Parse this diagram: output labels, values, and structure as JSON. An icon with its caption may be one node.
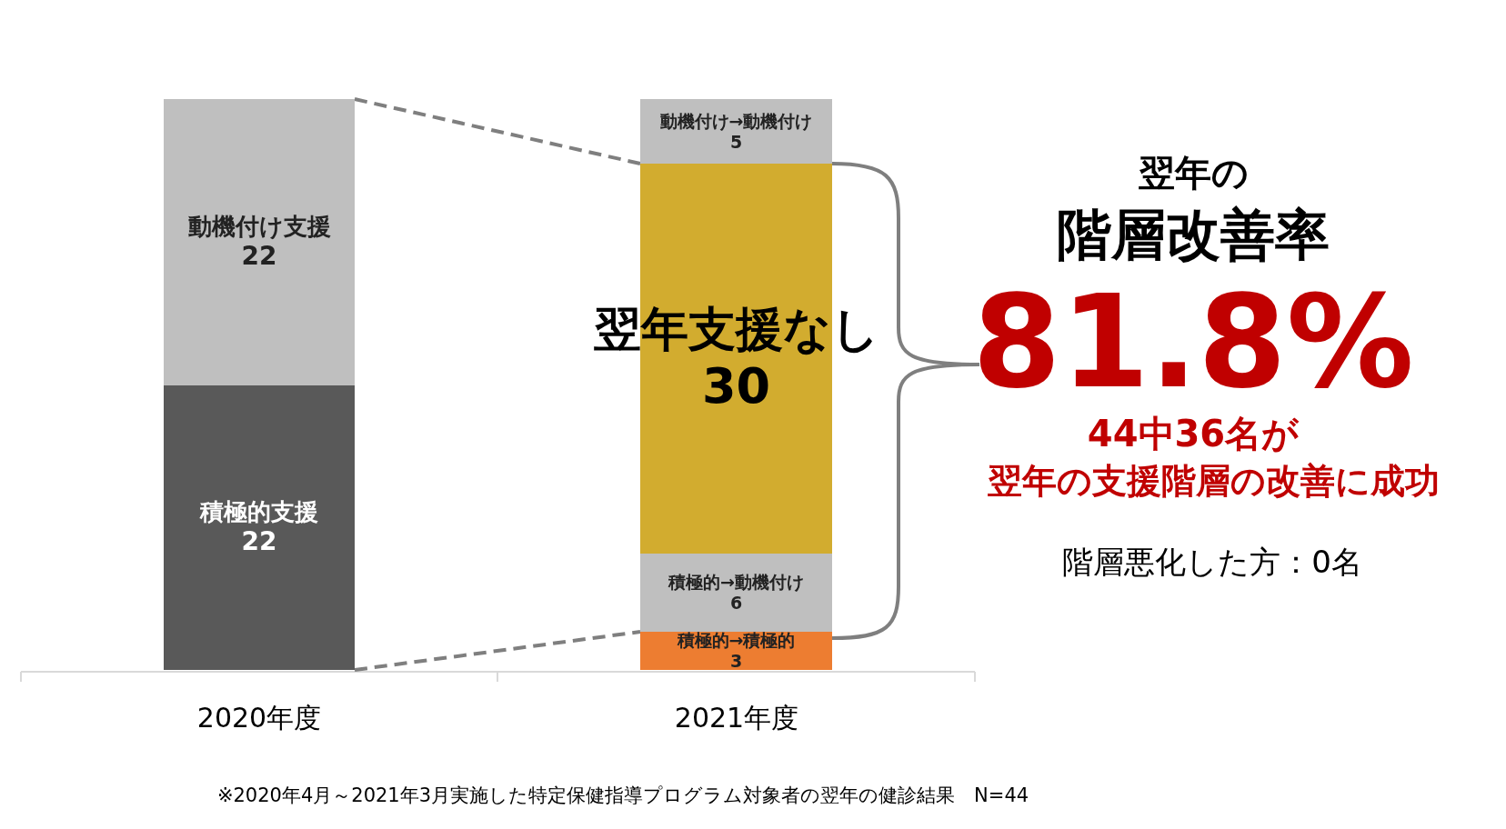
{
  "diagram": {
    "nodes": [
      {
        "text": [
          "動機付け支援",
          "22"
        ]
      },
      {
        "text": [
          "積極的支援",
          "22"
        ]
      },
      {
        "text": [
          "動機付け→動機付け",
          "5"
        ]
      },
      {
        "text": [
          "翌年支援なし",
          "30"
        ]
      },
      {
        "text": [
          "積極的→動機付け",
          "6"
        ]
      },
      {
        "text": [
          "積極的→積極的",
          "3"
        ]
      }
    ],
    "edges": [
      {
        "from": 0,
        "to": 2,
        "arrow": "none",
        "style": "dashed"
      },
      {
        "from": 1,
        "to": 5,
        "arrow": "none",
        "style": "dashed"
      }
    ],
    "labels": [
      "翌年の",
      "階層改善率",
      "81.8%",
      "44中36名が",
      "翌年の支援階層の改善に成功",
      "階層悪化した方：0名",
      "2020年度",
      "2021年度",
      "※2020年4月～2021年3月実施した特定保健指導プログラム対象者の翌年の健診結果　N=44"
    ]
  }
}
